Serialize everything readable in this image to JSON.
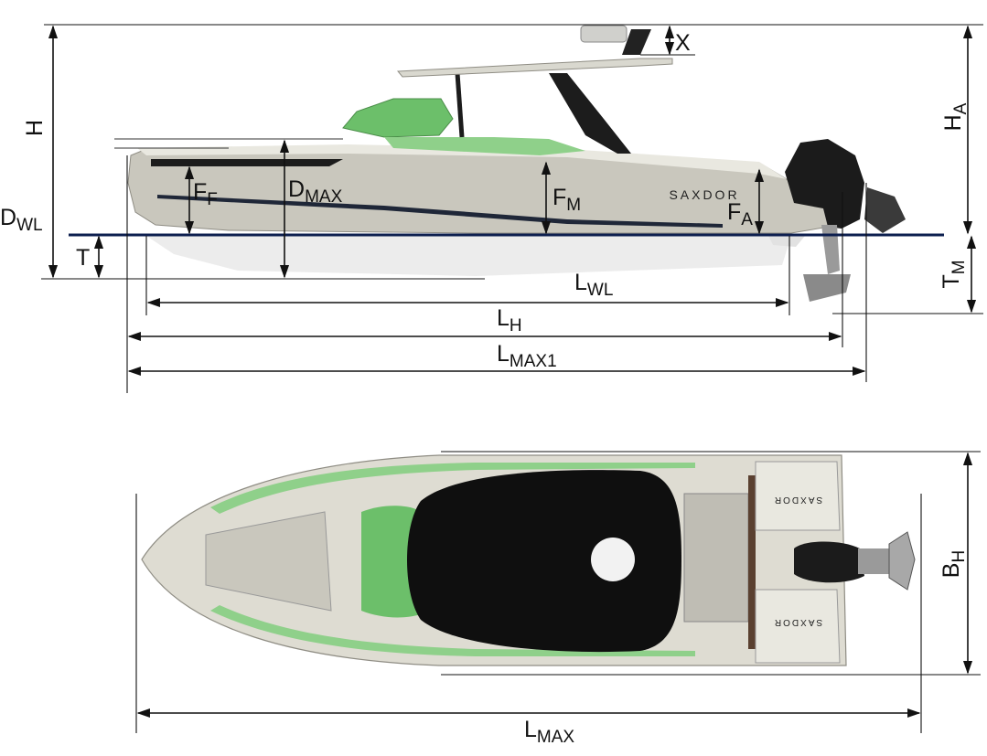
{
  "brand": "SAXDOR",
  "side_view": {
    "brand_text": "SAXDOR",
    "labels": {
      "H": {
        "main": "H",
        "sub": ""
      },
      "X": {
        "main": "X",
        "sub": ""
      },
      "HA": {
        "main": "H",
        "sub": "A"
      },
      "DWL": {
        "main": "D",
        "sub": "WL"
      },
      "T": {
        "main": "T",
        "sub": ""
      },
      "TM": {
        "main": "T",
        "sub": "M"
      },
      "FF": {
        "main": "F",
        "sub": "F"
      },
      "DMAX": {
        "main": "D",
        "sub": "MAX"
      },
      "FM": {
        "main": "F",
        "sub": "M"
      },
      "FA": {
        "main": "F",
        "sub": "A"
      },
      "LWL": {
        "main": "L",
        "sub": "WL"
      },
      "LH": {
        "main": "L",
        "sub": "H"
      },
      "LMAX1": {
        "main": "L",
        "sub": "MAX1"
      }
    }
  },
  "top_view": {
    "brand_text_upper": "SAXDOR",
    "brand_text_lower": "SAXDOR",
    "labels": {
      "BH": {
        "main": "B",
        "sub": "H"
      },
      "LMAX": {
        "main": "L",
        "sub": "MAX"
      }
    }
  },
  "colors": {
    "hull": "#c9c7bd",
    "hull_light": "#dedcd2",
    "underwater": "#ebebeb",
    "glass": "#6cbf6a",
    "deck_green": "#8fd08a",
    "waterline": "#0d1f4f",
    "engine": "#1b1b1b",
    "black_top": "#0f0f0f",
    "dimension": "#111111"
  }
}
